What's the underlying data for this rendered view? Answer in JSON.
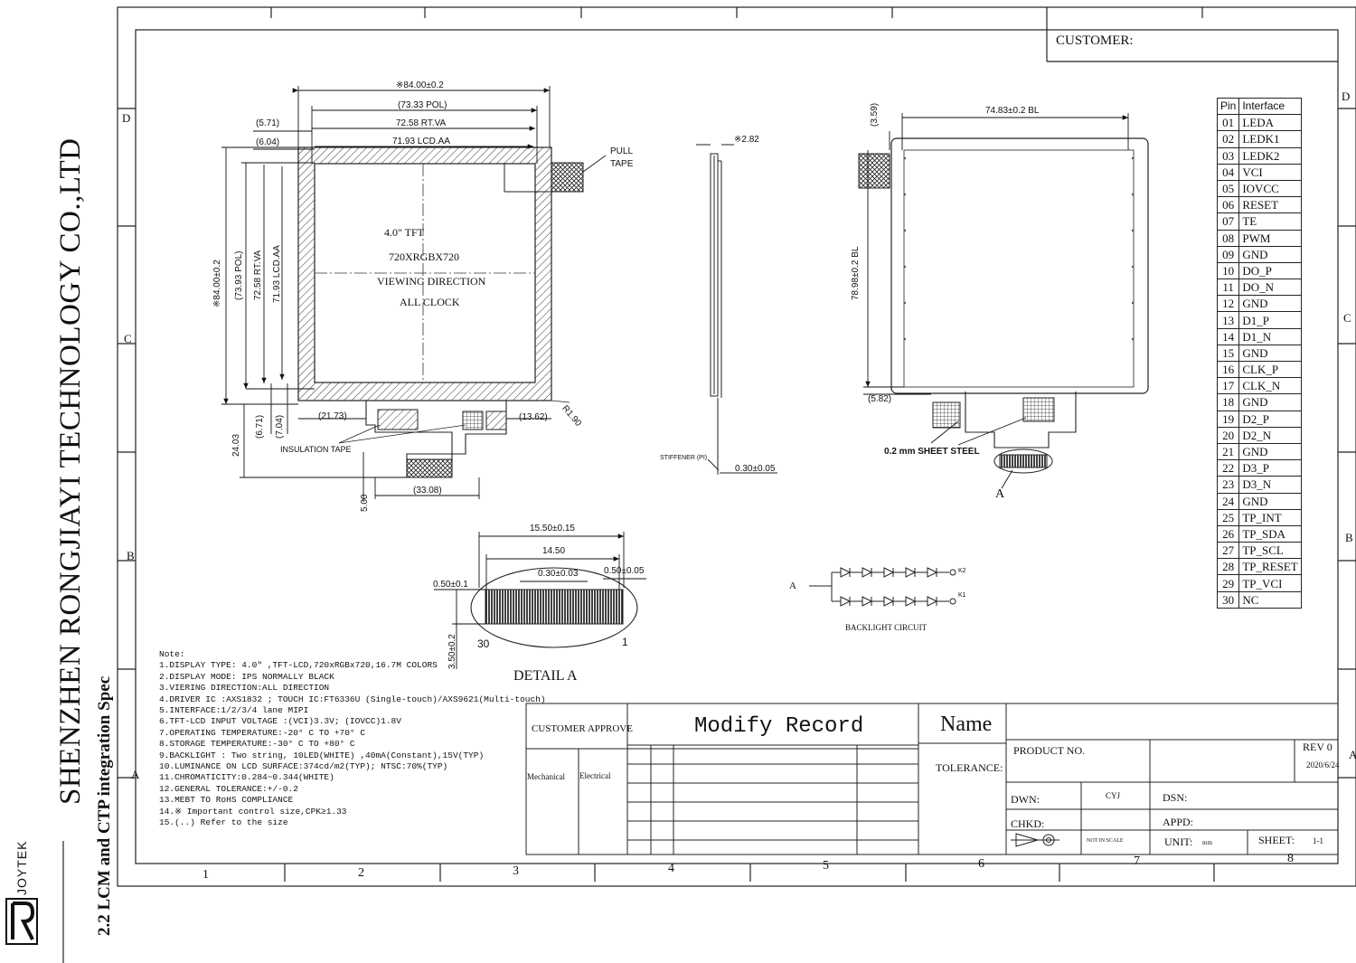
{
  "company": {
    "title": "SHENZHEN RONGJIAYI TECHNOLOGY CO.,LTD",
    "subtitle": "2.2 LCM and CTP integration Spec",
    "brand": "JOYTEK"
  },
  "customer_label": "CUSTOMER:",
  "zones": {
    "rows": [
      "D",
      "C",
      "B",
      "A"
    ],
    "columns": [
      "1",
      "2",
      "3",
      "4",
      "5",
      "6",
      "7",
      "8"
    ]
  },
  "front_view": {
    "dims": {
      "overall_w": "※84.00±0.2",
      "pol_w": "(73.33 POL)",
      "va_w": "72.58 RT.VA",
      "aa_w": "71.93 LCD.AA",
      "off_571": "(5.71)",
      "off_604": "(6.04)",
      "overall_h": "※84.00±0.2",
      "pol_h": "(73.93 POL)",
      "va_h": "72.58 RT.VA",
      "aa_h": "71.93 LCD.AA",
      "fpc_2173": "(21.73)",
      "fpc_1362": "(13.62)",
      "radius": "R1.90",
      "fpc_2403": "24.03",
      "fpc_671": "(6.71)",
      "fpc_704": "(7.04)",
      "fpc_3308": "(33.08)",
      "fpc_500": "5.00"
    },
    "screen_text": [
      "4.0\" TFT",
      "720XRGBX720",
      "VIEWING DIRECTION",
      "ALL CLOCK"
    ],
    "pull_tape": [
      "PULL",
      "TAPE"
    ],
    "insulation_tape": "INSULATION TAPE"
  },
  "side_view": {
    "thickness": "※2.82",
    "stiffener": "STIFFENER (PI)",
    "fpc_thick": "0.30±0.05"
  },
  "back_view": {
    "bl_w": "74.83±0.2 BL",
    "bl_h": "78.98±0.2 BL",
    "off_359": "(3.59)",
    "off_582": "(5.82)",
    "sheet_steel": "0.2 mm SHEET STEEL",
    "detail_marker": "A"
  },
  "detail_a": {
    "w_total": "15.50±0.15",
    "w_pins": "14.50",
    "pitch": "0.30±0.03",
    "edge_left": "0.50±0.1",
    "edge_right": "0.50±0.05",
    "height": "3.50±0.2",
    "pin_left": "30",
    "pin_right": "1",
    "label": "DETAIL  A"
  },
  "backlight": {
    "label": "BACKLIGHT CIRCUIT",
    "anode": "A",
    "k1": "K1",
    "k2": "K2",
    "string_leds": [
      1,
      2,
      3,
      4,
      5
    ]
  },
  "pins": {
    "header": [
      "Pin",
      "Interface"
    ],
    "rows": [
      [
        "01",
        "LEDA"
      ],
      [
        "02",
        "LEDK1"
      ],
      [
        "03",
        "LEDK2"
      ],
      [
        "04",
        "VCI"
      ],
      [
        "05",
        "IOVCC"
      ],
      [
        "06",
        "RESET"
      ],
      [
        "07",
        "TE"
      ],
      [
        "08",
        "PWM"
      ],
      [
        "09",
        "GND"
      ],
      [
        "10",
        "DO_P"
      ],
      [
        "11",
        "DO_N"
      ],
      [
        "12",
        "GND"
      ],
      [
        "13",
        "D1_P"
      ],
      [
        "14",
        "D1_N"
      ],
      [
        "15",
        "GND"
      ],
      [
        "16",
        "CLK_P"
      ],
      [
        "17",
        "CLK_N"
      ],
      [
        "18",
        "GND"
      ],
      [
        "19",
        "D2_P"
      ],
      [
        "20",
        "D2_N"
      ],
      [
        "21",
        "GND"
      ],
      [
        "22",
        "D3_P"
      ],
      [
        "23",
        "D3_N"
      ],
      [
        "24",
        "GND"
      ],
      [
        "25",
        "TP_INT"
      ],
      [
        "26",
        "TP_SDA"
      ],
      [
        "27",
        "TP_SCL"
      ],
      [
        "28",
        "TP_RESET"
      ],
      [
        "29",
        "TP_VCI"
      ],
      [
        "30",
        "NC"
      ]
    ]
  },
  "notes": {
    "title": "Note:",
    "items": [
      "1.DISPLAY TYPE: 4.0\" ,TFT-LCD,720xRGBx720,16.7M COLORS",
      "2.DISPLAY MODE: IPS NORMALLY BLACK",
      "3.VIERING DIRECTION:ALL DIRECTION",
      "4.DRIVER IC :AXS1832 ; TOUCH IC:FT6336U (Single-touch)/AXS9621(Multi-touch)",
      "5.INTERFACE:1/2/3/4 lane MIPI",
      "6.TFT-LCD INPUT VOLTAGE :(VCI)3.3V; (IOVCC)1.8V",
      "7.OPERATING TEMPERATURE:-20° C TO +70° C",
      "8.STORAGE TEMPERATURE:-30° C TO +80° C",
      "9.BACKLIGHT : Two string, 10LED(WHITE) ,40mA(Constant),15V(TYP)",
      "10.LUMINANCE ON LCD SURFACE:374cd/m2(TYP); NTSC:70%(TYP)",
      "11.CHROMATICITY:0.284~0.344(WHITE)",
      "12.GENERAL TOLERANCE:+/-0.2",
      "13.MEBT TO RoHS COMPLIANCE",
      "14.※ Important control size,CPK≥1.33",
      "15.(..) Refer to the size"
    ]
  },
  "title_block": {
    "customer_approve": "CUSTOMER APPROVE",
    "mechanical": "Mechanical",
    "electrical": "Electrical",
    "modify_record": "Modify Record",
    "name": "Name",
    "tolerance": "TOLERANCE:",
    "product_no": "PRODUCT NO.",
    "rev": "REV 0",
    "date": "2020/6/24",
    "dwn": "DWN:",
    "dwn_by": "CYJ",
    "dsn": "DSN:",
    "chkd": "CHKD:",
    "appd": "APPD:",
    "not_in_scale": "NOT IN SCALE",
    "unit": "UNIT:",
    "unit_val": "mm",
    "sheet": "SHEET:",
    "sheet_val": "1-1"
  }
}
